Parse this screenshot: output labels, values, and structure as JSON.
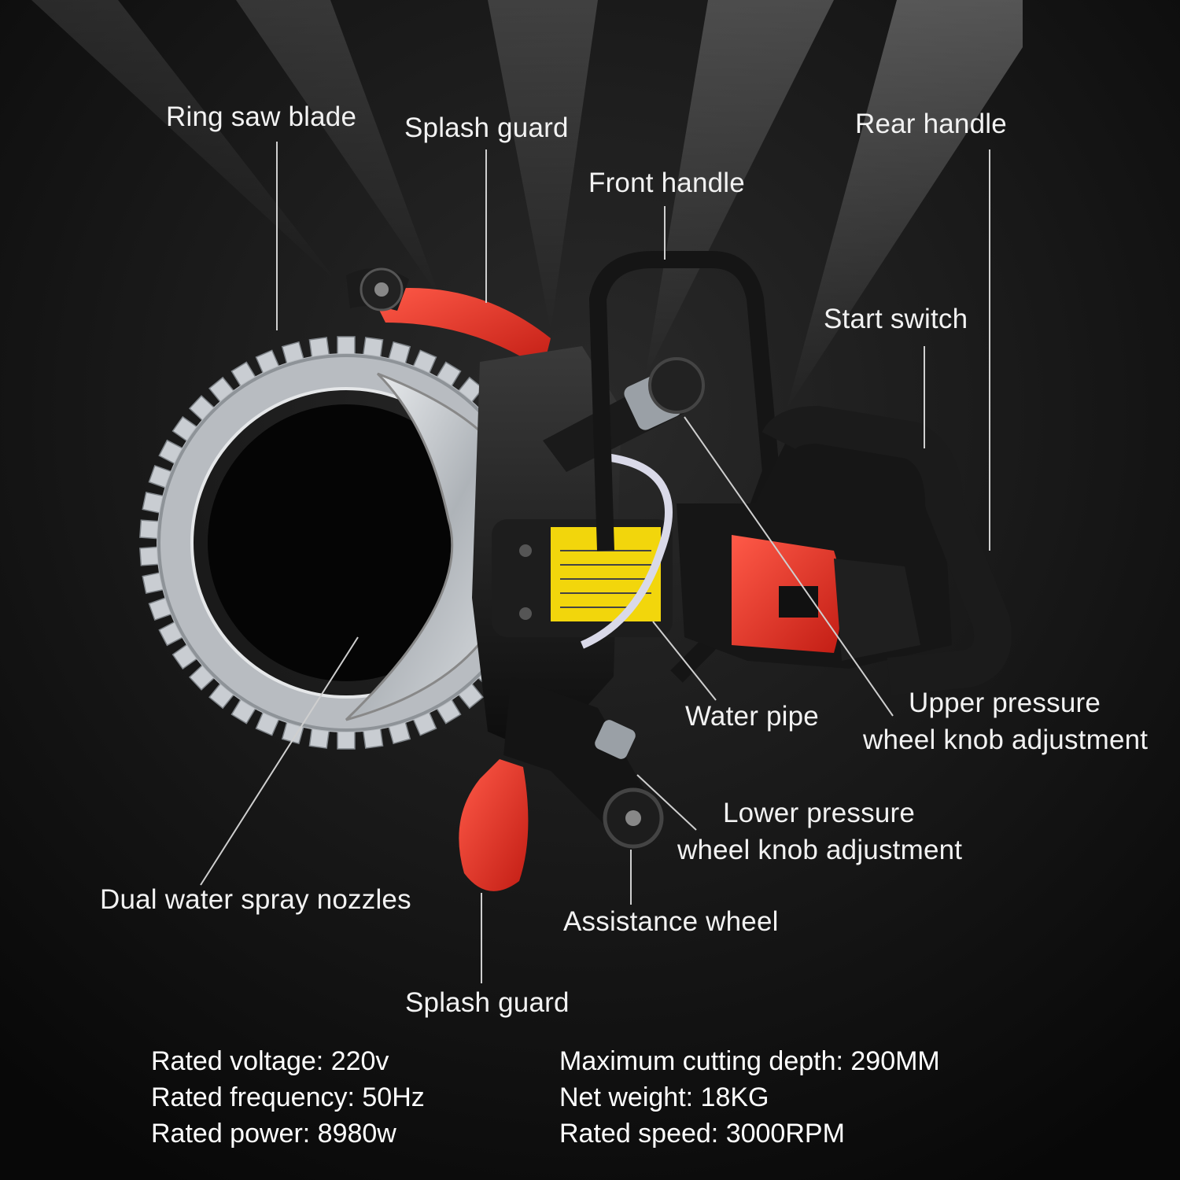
{
  "labels": {
    "ring_saw_blade": "Ring saw blade",
    "splash_guard_top": "Splash guard",
    "front_handle": "Front handle",
    "rear_handle": "Rear handle",
    "start_switch": "Start switch",
    "water_pipe": "Water pipe",
    "upper_pressure_line1": "Upper pressure",
    "upper_pressure_line2": "wheel knob adjustment",
    "lower_pressure_line1": "Lower pressure",
    "lower_pressure_line2": "wheel knob adjustment",
    "dual_water_spray": "Dual water spray nozzles",
    "assistance_wheel": "Assistance wheel",
    "splash_guard_bottom": "Splash guard"
  },
  "specs": {
    "left": [
      "Rated voltage: 220v",
      "Rated frequency: 50Hz",
      "Rated power: 8980w"
    ],
    "right": [
      "Maximum cutting depth: 290MM",
      "Net weight: 18KG",
      "Rated speed: 3000RPM"
    ]
  },
  "colors": {
    "background": "#0e0e0e",
    "accent_red": "#e8352b",
    "warning_label": "#f2d60c",
    "blade_silver": "#c9cdd2"
  }
}
